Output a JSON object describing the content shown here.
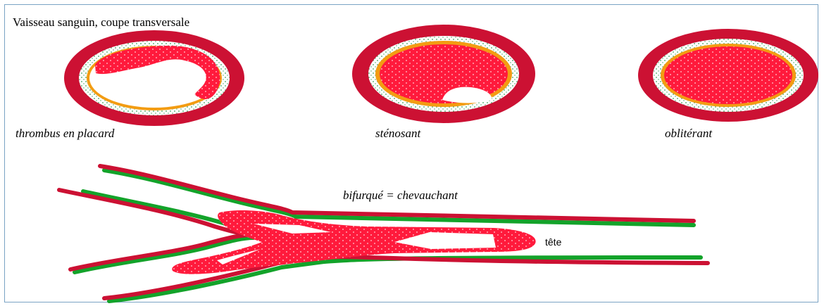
{
  "title": "Vaisseau sanguin, coupe transversale",
  "sections": [
    {
      "caption": "thrombus en placard"
    },
    {
      "caption": "sténosant"
    },
    {
      "caption": "oblitérant"
    }
  ],
  "bifurcation": {
    "caption": "bifurqué = chevauchant",
    "head_label": "tête"
  },
  "colors": {
    "vessel_wall": "#cc1133",
    "thrombus": "#ff1a3c",
    "intima": "#f39c12",
    "media_dots": "#3aa35a",
    "wall_shadow": "#13a32a",
    "frame_border": "#7aa3c4"
  }
}
